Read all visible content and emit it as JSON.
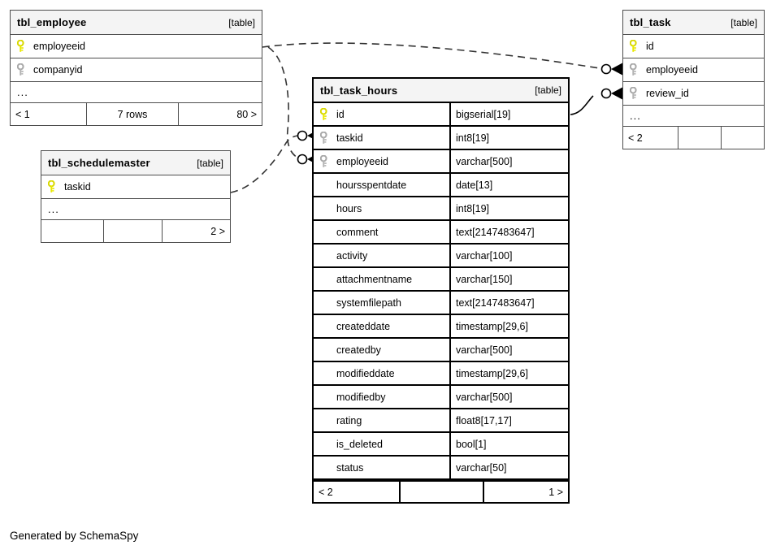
{
  "diagram": {
    "caption": "Generated by SchemaSpy",
    "table_tag": "[table]",
    "ellipsis": "...",
    "colors": {
      "primary_key": "#e8e800",
      "foreign_key": "#b3b3b3",
      "header_bg": "#f4f4f4",
      "border": "#4d4d4d",
      "border_emphasis": "#000000",
      "background": "#ffffff"
    }
  },
  "tables": {
    "tbl_employee": {
      "name": "tbl_employee",
      "tag": "[table]",
      "columns": [
        {
          "name": "employeeid",
          "key": "primary"
        },
        {
          "name": "companyid",
          "key": "foreign"
        }
      ],
      "has_ellipsis": true,
      "footer": {
        "left": "< 1",
        "center": "7 rows",
        "right": "80 >"
      }
    },
    "tbl_schedulemaster": {
      "name": "tbl_schedulemaster",
      "tag": "[table]",
      "columns": [
        {
          "name": "taskid",
          "key": "primary"
        }
      ],
      "has_ellipsis": true,
      "footer": {
        "left": "",
        "center": "",
        "right": "2 >"
      }
    },
    "tbl_task": {
      "name": "tbl_task",
      "tag": "[table]",
      "columns": [
        {
          "name": "id",
          "key": "primary"
        },
        {
          "name": "employeeid",
          "key": "foreign"
        },
        {
          "name": "review_id",
          "key": "foreign"
        }
      ],
      "has_ellipsis": true,
      "footer": {
        "left": "< 2",
        "center": "",
        "right": ""
      }
    },
    "tbl_task_hours": {
      "name": "tbl_task_hours",
      "tag": "[table]",
      "columns": [
        {
          "name": "id",
          "type": "bigserial[19]",
          "key": "primary"
        },
        {
          "name": "taskid",
          "type": "int8[19]",
          "key": "foreign"
        },
        {
          "name": "employeeid",
          "type": "varchar[500]",
          "key": "foreign"
        },
        {
          "name": "hoursspentdate",
          "type": "date[13]",
          "key": "none"
        },
        {
          "name": "hours",
          "type": "int8[19]",
          "key": "none"
        },
        {
          "name": "comment",
          "type": "text[2147483647]",
          "key": "none"
        },
        {
          "name": "activity",
          "type": "varchar[100]",
          "key": "none"
        },
        {
          "name": "attachmentname",
          "type": "varchar[150]",
          "key": "none"
        },
        {
          "name": "systemfilepath",
          "type": "text[2147483647]",
          "key": "none"
        },
        {
          "name": "createddate",
          "type": "timestamp[29,6]",
          "key": "none"
        },
        {
          "name": "createdby",
          "type": "varchar[500]",
          "key": "none"
        },
        {
          "name": "modifieddate",
          "type": "timestamp[29,6]",
          "key": "none"
        },
        {
          "name": "modifiedby",
          "type": "varchar[500]",
          "key": "none"
        },
        {
          "name": "rating",
          "type": "float8[17,17]",
          "key": "none"
        },
        {
          "name": "is_deleted",
          "type": "bool[1]",
          "key": "none"
        },
        {
          "name": "status",
          "type": "varchar[50]",
          "key": "none"
        }
      ],
      "has_ellipsis": false,
      "footer": {
        "left": "< 2",
        "center": "",
        "right": "1 >"
      }
    }
  },
  "relationships": [
    {
      "name": "employee-to-task",
      "from": "tbl_employee.employeeid",
      "to": "tbl_task.employeeid",
      "style": "dashed"
    },
    {
      "name": "employee-to-task-hours-employeeid",
      "from": "tbl_employee.employeeid",
      "to": "tbl_task_hours.employeeid",
      "style": "dashed"
    },
    {
      "name": "schedulemaster-to-task-hours-taskid",
      "from": "tbl_schedulemaster.taskid",
      "to": "tbl_task_hours.taskid",
      "style": "dashed"
    },
    {
      "name": "task-hours-id-to-task-review-id",
      "from": "tbl_task_hours.id",
      "to": "tbl_task.review_id",
      "style": "solid"
    }
  ]
}
